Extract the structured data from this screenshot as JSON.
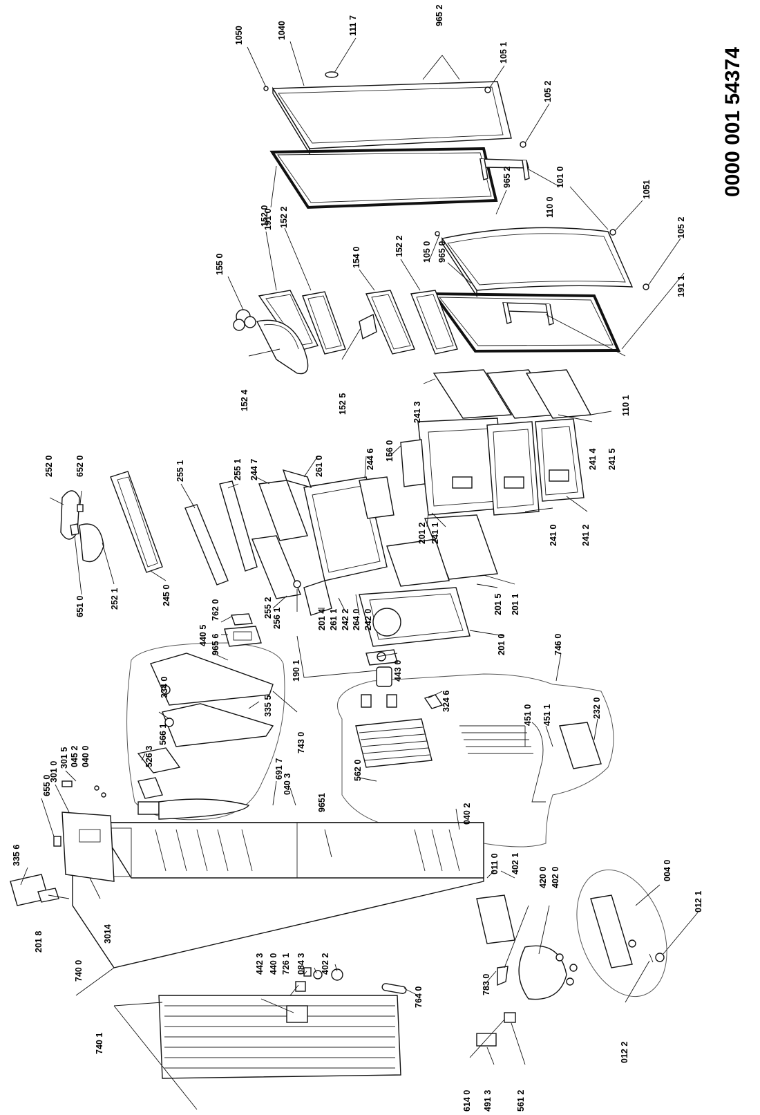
{
  "document_number": "0000 001 54374",
  "callouts": [
    {
      "label": "1050"
    },
    {
      "label": "1040"
    },
    {
      "label": "111 7"
    },
    {
      "label": "965 2"
    },
    {
      "label": "105 1"
    },
    {
      "label": "105 2"
    },
    {
      "label": "965 2"
    },
    {
      "label": "110 0"
    },
    {
      "label": "101 0"
    },
    {
      "label": "1051"
    },
    {
      "label": "105 2"
    },
    {
      "label": "191 0"
    },
    {
      "label": "152 2"
    },
    {
      "label": "152 0"
    },
    {
      "label": "155 0"
    },
    {
      "label": "154 0"
    },
    {
      "label": "152 2"
    },
    {
      "label": "105 0"
    },
    {
      "label": "965 0"
    },
    {
      "label": "191 1"
    },
    {
      "label": "152 4"
    },
    {
      "label": "152 5"
    },
    {
      "label": "110 1"
    },
    {
      "label": "241 3"
    },
    {
      "label": "241 4"
    },
    {
      "label": "241 5"
    },
    {
      "label": "252 0"
    },
    {
      "label": "652 0"
    },
    {
      "label": "255 1"
    },
    {
      "label": "255 1"
    },
    {
      "label": "244 7"
    },
    {
      "label": "261 0"
    },
    {
      "label": "244 6"
    },
    {
      "label": "156 0"
    },
    {
      "label": "201 2"
    },
    {
      "label": "241 1"
    },
    {
      "label": "241 0"
    },
    {
      "label": "241 2"
    },
    {
      "label": "651 0"
    },
    {
      "label": "252 1"
    },
    {
      "label": "245 0"
    },
    {
      "label": "440 5"
    },
    {
      "label": "762 0"
    },
    {
      "label": "255 2"
    },
    {
      "label": "256 1"
    },
    {
      "label": "201 4"
    },
    {
      "label": "261 1"
    },
    {
      "label": "242 2"
    },
    {
      "label": "264 0"
    },
    {
      "label": "242 0"
    },
    {
      "label": "201 5"
    },
    {
      "label": "201 1"
    },
    {
      "label": "201 0"
    },
    {
      "label": "746 0"
    },
    {
      "label": "965 6"
    },
    {
      "label": "334 0"
    },
    {
      "label": "566 1"
    },
    {
      "label": "335 5"
    },
    {
      "label": "743 0"
    },
    {
      "label": "526 3"
    },
    {
      "label": "691 7"
    },
    {
      "label": "190 1"
    },
    {
      "label": "443 0"
    },
    {
      "label": "324 6"
    },
    {
      "label": "451 0"
    },
    {
      "label": "451 1"
    },
    {
      "label": "232 0"
    },
    {
      "label": "655 0"
    },
    {
      "label": "301 0"
    },
    {
      "label": "301 5"
    },
    {
      "label": "045 2"
    },
    {
      "label": "040 0"
    },
    {
      "label": "040 3"
    },
    {
      "label": "9651"
    },
    {
      "label": "562 0"
    },
    {
      "label": "040 2"
    },
    {
      "label": "335 6"
    },
    {
      "label": "201 8"
    },
    {
      "label": "3014"
    },
    {
      "label": "740 0"
    },
    {
      "label": "011 0"
    },
    {
      "label": "402 1"
    },
    {
      "label": "420 0"
    },
    {
      "label": "402 0"
    },
    {
      "label": "004 0"
    },
    {
      "label": "012 1"
    },
    {
      "label": "442 3"
    },
    {
      "label": "440 0"
    },
    {
      "label": "726 1"
    },
    {
      "label": "084 3"
    },
    {
      "label": "402 2"
    },
    {
      "label": "740 1"
    },
    {
      "label": "764 0"
    },
    {
      "label": "783 0"
    },
    {
      "label": "012 2"
    },
    {
      "label": "614 0"
    },
    {
      "label": "491 3"
    },
    {
      "label": "561 2"
    }
  ]
}
